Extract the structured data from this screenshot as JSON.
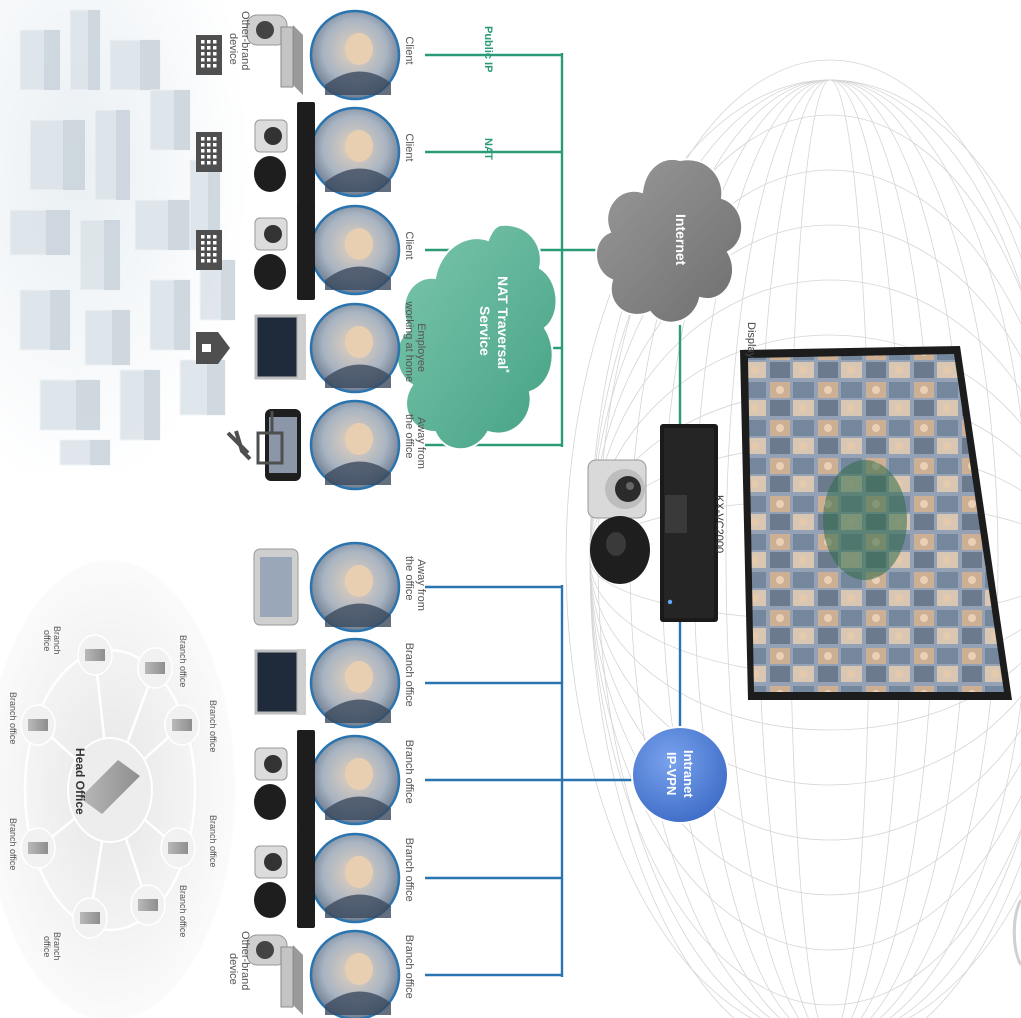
{
  "display": {
    "label": "Display"
  },
  "main_unit": {
    "label": "KX-VC2000"
  },
  "internet": {
    "label": "Internet"
  },
  "nat_service": {
    "line1": "NAT Traversal",
    "line2": "Service",
    "mark": "*"
  },
  "intranet": {
    "line1": "Intranet",
    "line2": "IP-VPN"
  },
  "public_ip_label": "Public IP",
  "nat_label": "NAT",
  "internet_sites": [
    {
      "label_lines": [
        "Client"
      ],
      "device": "Other-brand device",
      "icon": "building"
    },
    {
      "label_lines": [
        "Client"
      ],
      "icon": "building"
    },
    {
      "label_lines": [
        "Client"
      ],
      "icon": "building"
    },
    {
      "label_lines": [
        "Employee",
        "working at home"
      ],
      "icon": "house"
    },
    {
      "label_lines": [
        "Away from",
        "the office"
      ],
      "icon": "plane-crane"
    }
  ],
  "intranet_sites": [
    {
      "label_lines": [
        "Away from",
        "the office"
      ]
    },
    {
      "label_lines": [
        "Branch office"
      ]
    },
    {
      "label_lines": [
        "Branch office"
      ]
    },
    {
      "label_lines": [
        "Branch office"
      ]
    },
    {
      "label_lines": [
        "Branch office"
      ],
      "device": "Other-brand device"
    }
  ],
  "office_network": {
    "head": "Head Office",
    "branch": "Branch office",
    "branch_split": [
      "Branch",
      "office"
    ]
  },
  "colors": {
    "internet_line": "#2a9a78",
    "intranet_line": "#2a74b0",
    "internet_cloud": "#8a8a8a",
    "nat_cloud": "#5fb59c",
    "intranet_cloud": "#4f7ed6"
  }
}
